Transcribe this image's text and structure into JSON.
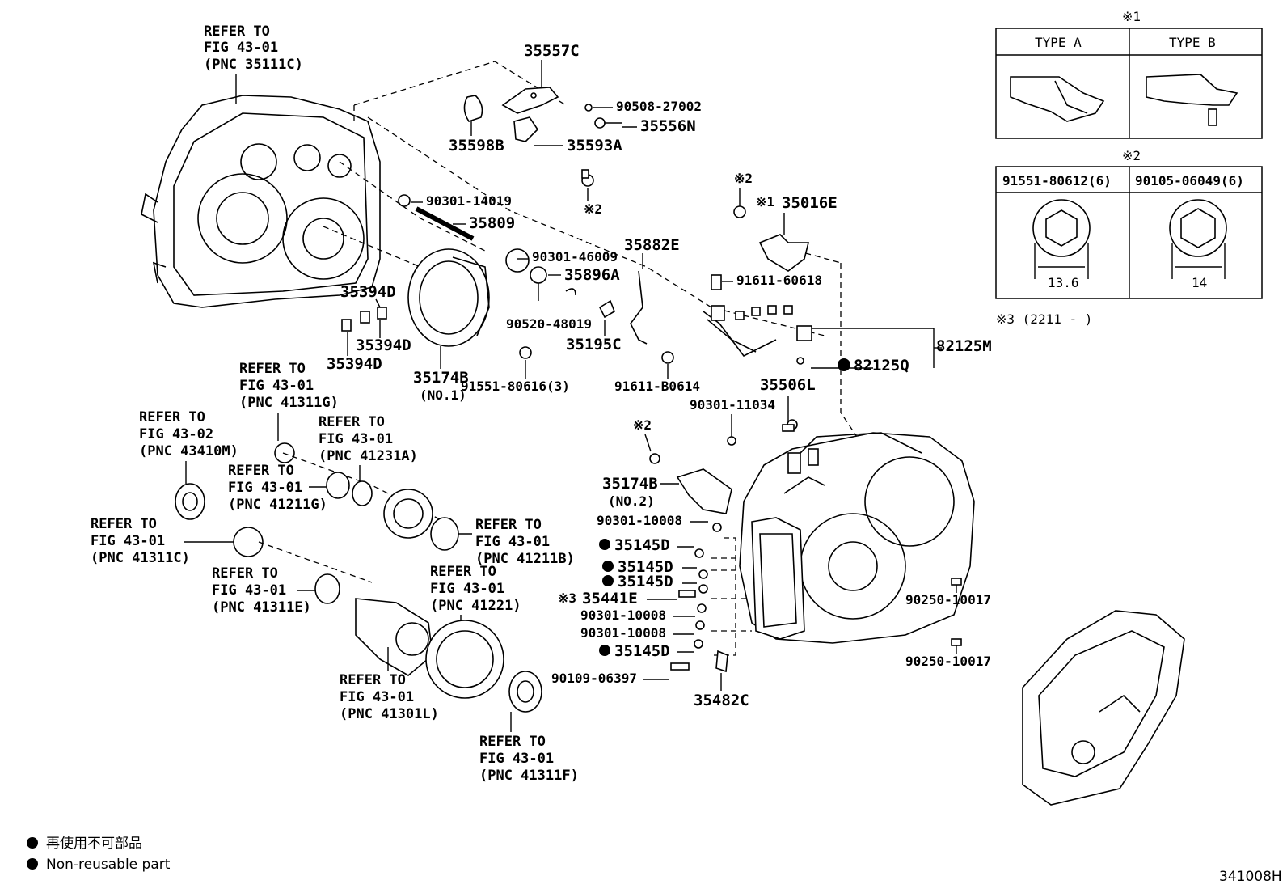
{
  "diagram": {
    "figure_id": "341008H",
    "top_ref": {
      "line1": "REFER TO",
      "line2": "FIG 43-01",
      "line3": "(PNC 35111C)"
    },
    "parts": {
      "p35557C": "35557C",
      "p90508": "90508-27002",
      "p35556N": "35556N",
      "p35598B": "35598B",
      "p35593A": "35593A",
      "ref2_a": "※2",
      "p90301_14019": "90301-14019",
      "p35809": "35809",
      "p90301_46009": "90301-46009",
      "p35896A": "35896A",
      "p35882E": "35882E",
      "p90520": "90520-48019",
      "p35195C": "35195C",
      "p35394D_a": "35394D",
      "p35394D_b": "35394D",
      "p35394D_c": "35394D",
      "p35174B_1": "35174B",
      "p35174B_1_sub": "(NO.1)",
      "p91551_80616": "91551-80616(3)",
      "p91611_B0614": "91611-B0614",
      "ref2_b": "※2",
      "ref1_b": "※1",
      "p35016E": "35016E",
      "p91611_60618": "91611-60618",
      "p82125M": "82125M",
      "p82125Q": "82125Q",
      "p35506L": "35506L",
      "p90301_11034": "90301-11034",
      "ref2_c": "※2",
      "p35174B_2": "35174B",
      "p35174B_2_sub": "(NO.2)",
      "p90301_10008_a": "90301-10008",
      "p35145D_a": "35145D",
      "p35145D_b": "35145D",
      "p35145D_c": "35145D",
      "ref3": "※3",
      "p35441E": "35441E",
      "p90301_10008_b": "90301-10008",
      "p90301_10008_c": "90301-10008",
      "p35145D_d": "35145D",
      "p90109": "90109-06397",
      "p35482C": "35482C",
      "p90250_a": "90250-10017",
      "p90250_b": "90250-10017"
    },
    "refs": {
      "r41311G": {
        "l1": "REFER TO",
        "l2": "FIG 43-01",
        "l3": "(PNC 41311G)"
      },
      "r43410M": {
        "l1": "REFER TO",
        "l2": "FIG 43-02",
        "l3": "(PNC 43410M)"
      },
      "r41231A": {
        "l1": "REFER TO",
        "l2": "FIG 43-01",
        "l3": "(PNC 41231A)"
      },
      "r41211G": {
        "l1": "REFER TO",
        "l2": "FIG 43-01",
        "l3": "(PNC 41211G)"
      },
      "r41311C": {
        "l1": "REFER TO",
        "l2": "FIG 43-01",
        "l3": "(PNC 41311C)"
      },
      "r41211B": {
        "l1": "REFER TO",
        "l2": "FIG 43-01",
        "l3": "(PNC 41211B)"
      },
      "r41311E": {
        "l1": "REFER TO",
        "l2": "FIG 43-01",
        "l3": "(PNC 41311E)"
      },
      "r41221": {
        "l1": "REFER TO",
        "l2": "FIG 43-01",
        "l3": "(PNC 41221)"
      },
      "r41301L": {
        "l1": "REFER TO",
        "l2": "FIG 43-01",
        "l3": "(PNC 41301L)"
      },
      "r41311F": {
        "l1": "REFER TO",
        "l2": "FIG 43-01",
        "l3": "(PNC 41311F)"
      }
    },
    "note1": {
      "mark": "※1",
      "type_a": "TYPE A",
      "type_b": "TYPE B"
    },
    "note2": {
      "mark": "※2",
      "col_a": "91551-80612(6)",
      "col_b": "90105-06049(6)",
      "dim_a": "13.6",
      "dim_b": "14"
    },
    "note3": {
      "text": "※3 (2211 -      )"
    },
    "legend": {
      "jp": "再使用不可部品",
      "en": "Non-reusable part"
    }
  }
}
